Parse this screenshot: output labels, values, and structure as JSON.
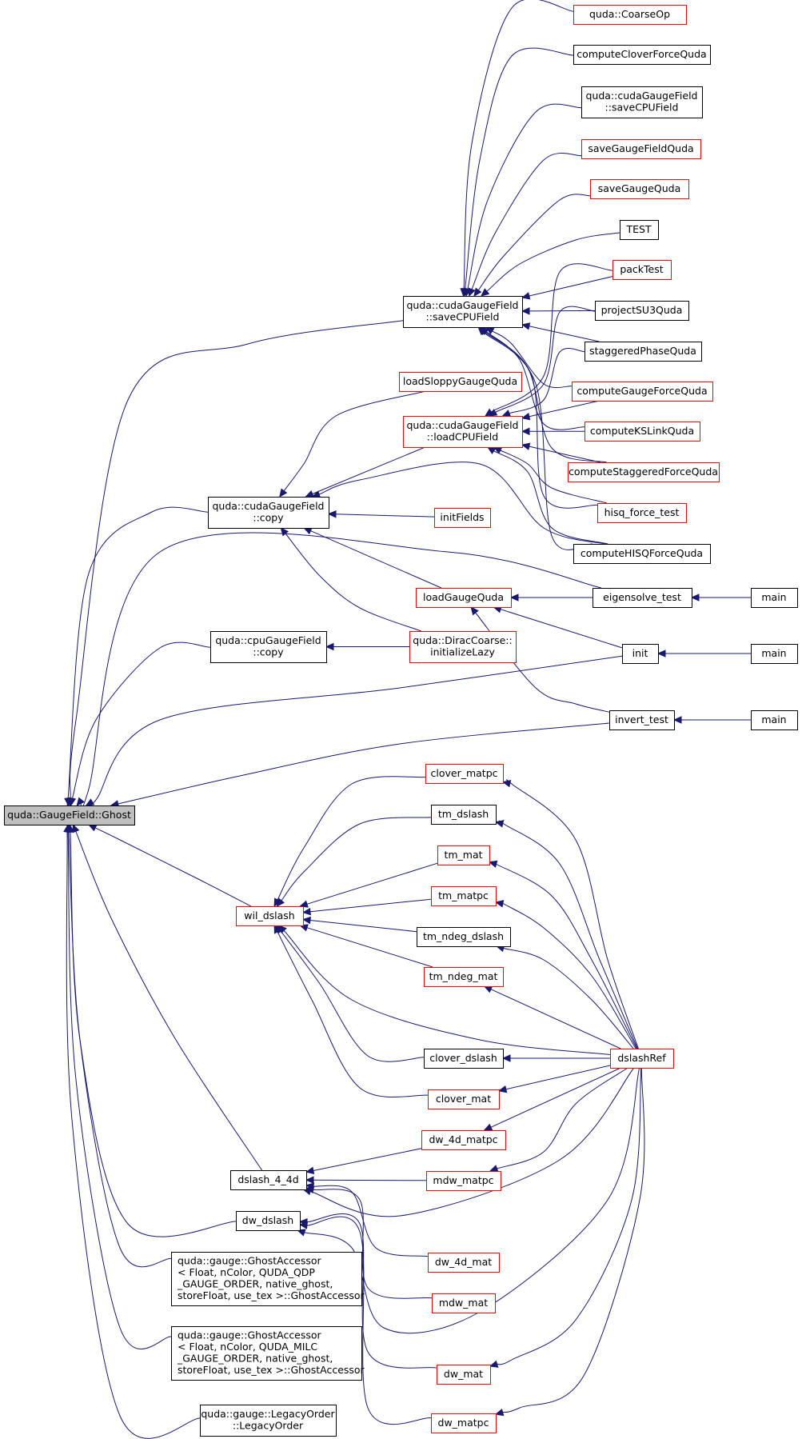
{
  "colors": {
    "edge": "#191970",
    "link_node_border": "#000000",
    "partial_node_border": "#ff0000",
    "focus_fill": "#bfbfbf"
  },
  "nodes": [
    {
      "id": "ghost",
      "lines": [
        "quda::GaugeField::Ghost"
      ],
      "style": "focus"
    },
    {
      "id": "coarseop",
      "lines": [
        "quda::CoarseOp"
      ],
      "style": "red"
    },
    {
      "id": "computeclover",
      "lines": [
        "computeCloverForceQuda"
      ],
      "style": "black"
    },
    {
      "id": "cudasavecpu_a",
      "lines": [
        "quda::cudaGaugeField",
        "::saveCPUField"
      ],
      "style": "black"
    },
    {
      "id": "savegaugefield",
      "lines": [
        "saveGaugeFieldQuda"
      ],
      "style": "red"
    },
    {
      "id": "savegauge",
      "lines": [
        "saveGaugeQuda"
      ],
      "style": "red"
    },
    {
      "id": "test",
      "lines": [
        "TEST"
      ],
      "style": "black"
    },
    {
      "id": "packtest",
      "lines": [
        "packTest"
      ],
      "style": "red"
    },
    {
      "id": "cudasavecpu",
      "lines": [
        "quda::cudaGaugeField",
        "::saveCPUField"
      ],
      "style": "black"
    },
    {
      "id": "projectsu3",
      "lines": [
        "projectSU3Quda"
      ],
      "style": "black"
    },
    {
      "id": "staggeredphase",
      "lines": [
        "staggeredPhaseQuda"
      ],
      "style": "black"
    },
    {
      "id": "loadsloppy",
      "lines": [
        "loadSloppyGaugeQuda"
      ],
      "style": "red"
    },
    {
      "id": "computegaugeforce",
      "lines": [
        "computeGaugeForceQuda"
      ],
      "style": "red"
    },
    {
      "id": "cudaloadcpu",
      "lines": [
        "quda::cudaGaugeField",
        "::loadCPUField"
      ],
      "style": "red"
    },
    {
      "id": "computekslink",
      "lines": [
        "computeKSLinkQuda"
      ],
      "style": "red"
    },
    {
      "id": "computestaggered",
      "lines": [
        "computeStaggeredForceQuda"
      ],
      "style": "red"
    },
    {
      "id": "cudacopy",
      "lines": [
        "quda::cudaGaugeField",
        "::copy"
      ],
      "style": "black"
    },
    {
      "id": "initfields",
      "lines": [
        "initFields"
      ],
      "style": "red"
    },
    {
      "id": "hisqforcetest",
      "lines": [
        "hisq_force_test"
      ],
      "style": "red"
    },
    {
      "id": "computehisq",
      "lines": [
        "computeHISQForceQuda"
      ],
      "style": "black"
    },
    {
      "id": "loadgauge",
      "lines": [
        "loadGaugeQuda"
      ],
      "style": "red"
    },
    {
      "id": "eigensolve",
      "lines": [
        "eigensolve_test"
      ],
      "style": "black"
    },
    {
      "id": "main1",
      "lines": [
        "main"
      ],
      "style": "black"
    },
    {
      "id": "cpucopy",
      "lines": [
        "quda::cpuGaugeField",
        "::copy"
      ],
      "style": "black"
    },
    {
      "id": "diraccoarse",
      "lines": [
        "quda::DiracCoarse::",
        "initializeLazy"
      ],
      "style": "red"
    },
    {
      "id": "init",
      "lines": [
        "init"
      ],
      "style": "black"
    },
    {
      "id": "main2",
      "lines": [
        "main"
      ],
      "style": "black"
    },
    {
      "id": "inverttest",
      "lines": [
        "invert_test"
      ],
      "style": "black"
    },
    {
      "id": "main3",
      "lines": [
        "main"
      ],
      "style": "black"
    },
    {
      "id": "clovermatpc",
      "lines": [
        "clover_matpc"
      ],
      "style": "red"
    },
    {
      "id": "tmdslash",
      "lines": [
        "tm_dslash"
      ],
      "style": "black"
    },
    {
      "id": "tmmat",
      "lines": [
        "tm_mat"
      ],
      "style": "red"
    },
    {
      "id": "tmmatpc",
      "lines": [
        "tm_matpc"
      ],
      "style": "red"
    },
    {
      "id": "wildslash",
      "lines": [
        "wil_dslash"
      ],
      "style": "red"
    },
    {
      "id": "tmndegdslash",
      "lines": [
        "tm_ndeg_dslash"
      ],
      "style": "black"
    },
    {
      "id": "tmndegmat",
      "lines": [
        "tm_ndeg_mat"
      ],
      "style": "red"
    },
    {
      "id": "cloverdslash",
      "lines": [
        "clover_dslash"
      ],
      "style": "black"
    },
    {
      "id": "dslashref",
      "lines": [
        "dslashRef"
      ],
      "style": "red"
    },
    {
      "id": "clovermat",
      "lines": [
        "clover_mat"
      ],
      "style": "red"
    },
    {
      "id": "dw4dmatpc",
      "lines": [
        "dw_4d_matpc"
      ],
      "style": "red"
    },
    {
      "id": "dslash44d",
      "lines": [
        "dslash_4_4d"
      ],
      "style": "black"
    },
    {
      "id": "mdwmatpc",
      "lines": [
        "mdw_matpc"
      ],
      "style": "red"
    },
    {
      "id": "dwdslash",
      "lines": [
        "dw_dslash"
      ],
      "style": "black"
    },
    {
      "id": "dw4dmat",
      "lines": [
        "dw_4d_mat"
      ],
      "style": "red"
    },
    {
      "id": "ghostacc1",
      "lines": [
        "quda::gauge::GhostAccessor",
        "< Float, nColor, QUDA_QDP",
        "_GAUGE_ORDER, native_ghost,",
        "storeFloat, use_tex >::GhostAccessor"
      ],
      "style": "black"
    },
    {
      "id": "mdwmat",
      "lines": [
        "mdw_mat"
      ],
      "style": "red"
    },
    {
      "id": "ghostacc2",
      "lines": [
        "quda::gauge::GhostAccessor",
        "< Float, nColor, QUDA_MILC",
        "_GAUGE_ORDER, native_ghost,",
        "storeFloat, use_tex >::GhostAccessor"
      ],
      "style": "black"
    },
    {
      "id": "dwmat",
      "lines": [
        "dw_mat"
      ],
      "style": "red"
    },
    {
      "id": "legacyorder",
      "lines": [
        "quda::gauge::LegacyOrder",
        "::LegacyOrder"
      ],
      "style": "black"
    },
    {
      "id": "dwmatpc",
      "lines": [
        "dw_matpc"
      ],
      "style": "red"
    }
  ]
}
